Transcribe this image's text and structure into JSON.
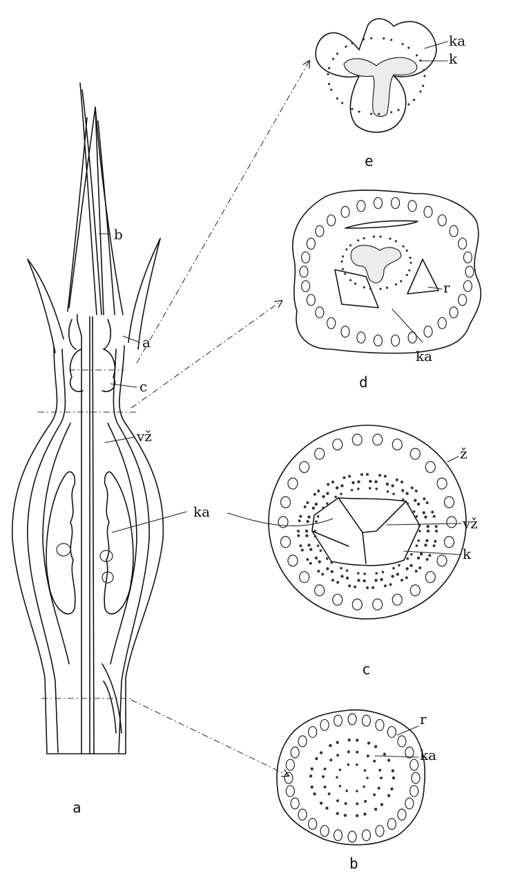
{
  "panels": {
    "a": "a",
    "b": "b",
    "c": "c",
    "d": "d",
    "e": "e"
  },
  "labels": {
    "a_b": "b",
    "a_a": "a",
    "a_c": "c",
    "a_vz": "vž",
    "a_ka": "ka",
    "e_ka": "ka",
    "e_k": "k",
    "d_r": "r",
    "d_ka": "ka",
    "c_z": "ž",
    "c_vz": "vž",
    "c_k": "k",
    "b_r": "r",
    "b_ka": "ka"
  }
}
